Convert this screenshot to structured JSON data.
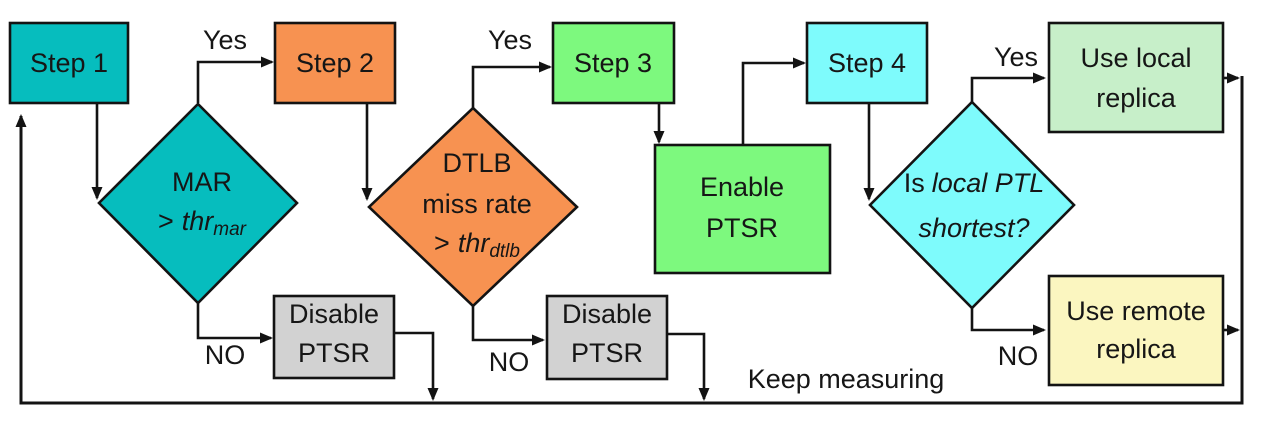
{
  "colors": {
    "teal": "#06BDBE",
    "orange": "#F79251",
    "green": "#7DF97E",
    "cyan": "#7EFBFC",
    "light_green": "#C7EFC9",
    "light_yellow": "#FBF6C0",
    "gray": "#D2D2D2",
    "line": "#131313",
    "text": "#161616"
  },
  "nodes": {
    "step1": {
      "label": "Step 1"
    },
    "step2": {
      "label": "Step 2"
    },
    "step3": {
      "label": "Step 3"
    },
    "step4": {
      "label": "Step 4"
    },
    "decision_mar": {
      "line1": "MAR",
      "op": ">",
      "var": "thr",
      "sub": "mar"
    },
    "decision_dtlb": {
      "line1": "DTLB",
      "line2": "miss rate",
      "op": ">",
      "var": "thr",
      "sub": "dtlb"
    },
    "decision_ptl": {
      "prefix": "Is",
      "italic1": "local PTL",
      "line2": "shortest?"
    },
    "enable_ptsr": {
      "line1": "Enable",
      "line2": "PTSR"
    },
    "disable_ptsr_1": {
      "line1": "Disable",
      "line2": "PTSR"
    },
    "disable_ptsr_2": {
      "line1": "Disable",
      "line2": "PTSR"
    },
    "use_local": {
      "line1": "Use local",
      "line2": "replica"
    },
    "use_remote": {
      "line1": "Use remote",
      "line2": "replica"
    }
  },
  "edge_labels": {
    "mar_yes": "Yes",
    "mar_no": "NO",
    "dtlb_yes": "Yes",
    "dtlb_no": "NO",
    "ptl_yes": "Yes",
    "ptl_no": "NO"
  },
  "annotations": {
    "keep_measuring": "Keep measuring"
  }
}
